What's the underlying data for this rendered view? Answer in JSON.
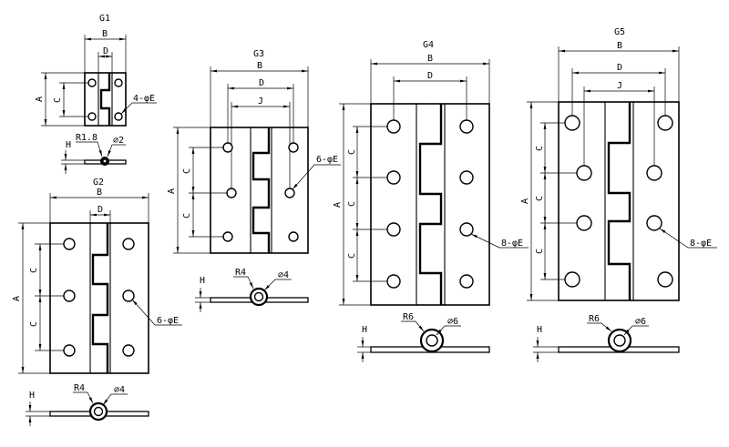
{
  "g1": {
    "title": "G1",
    "dim_b": "B",
    "dim_d": "D",
    "dim_a": "A",
    "dim_c": "C",
    "holes": "4-φE",
    "dim_h": "H",
    "radius": "R1.8",
    "diameter": "⌀2"
  },
  "g2": {
    "title": "G2",
    "dim_b": "B",
    "dim_d": "D",
    "dim_a": "A",
    "dim_c": "C",
    "holes": "6-φE",
    "dim_h": "H",
    "radius": "R4",
    "diameter": "⌀4"
  },
  "g3": {
    "title": "G3",
    "dim_b": "B",
    "dim_d": "D",
    "dim_j": "J",
    "dim_a": "A",
    "dim_c": "C",
    "holes": "6-φE",
    "dim_h": "H",
    "radius": "R4",
    "diameter": "⌀4"
  },
  "g4": {
    "title": "G4",
    "dim_b": "B",
    "dim_d": "D",
    "dim_a": "A",
    "dim_c": "C",
    "holes": "8-φE",
    "dim_h": "H",
    "radius": "R6",
    "diameter": "⌀6"
  },
  "g5": {
    "title": "G5",
    "dim_b": "B",
    "dim_d": "D",
    "dim_j": "J",
    "dim_a": "A",
    "dim_c": "C",
    "holes": "8-φE",
    "dim_h": "H",
    "radius": "R6",
    "diameter": "⌀6"
  }
}
